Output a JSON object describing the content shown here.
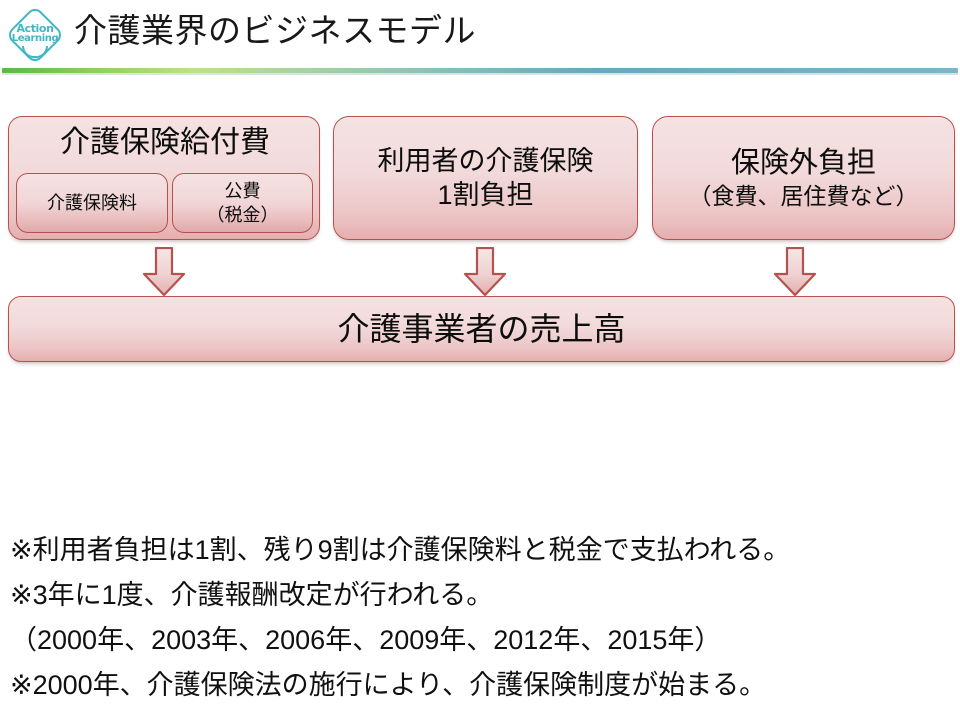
{
  "header": {
    "title": "介護業界のビジネスモデル",
    "logo": {
      "line1": "Action",
      "line2": "Learning",
      "color": "#3fb8c4",
      "name": "action-learning-logo"
    },
    "divider": {
      "gradient_start": "#5ab84a",
      "gradient_end": "#7ab6c8"
    }
  },
  "diagram": {
    "colors": {
      "box_border": "#b5524f",
      "box_fill_top": "#f5e2e2",
      "box_fill_bottom": "#e4afb0",
      "arrow_border": "#b5524f",
      "arrow_fill": "#f0d6d6"
    },
    "sources": [
      {
        "id": "kaigo-hoken-kyufuhi",
        "title": "介護保険給付費",
        "subitems": [
          {
            "id": "kaigo-hokenryo",
            "label": "介護保険料"
          },
          {
            "id": "kohi-zeikin",
            "line1": "公費",
            "line2": "（税金）"
          }
        ]
      },
      {
        "id": "riyousha-ichiwari-futan",
        "line1": "利用者の介護保険",
        "line2": "1割負担"
      },
      {
        "id": "hokengai-futan",
        "line1": "保険外負担",
        "line2": "（食費、居住費など）"
      }
    ],
    "arrows": [
      {
        "id": "arrow-1",
        "direction": "down"
      },
      {
        "id": "arrow-2",
        "direction": "down"
      },
      {
        "id": "arrow-3",
        "direction": "down"
      }
    ],
    "result": {
      "id": "kaigo-jigyousha-uriagedaka",
      "label": "介護事業者の売上高"
    }
  },
  "notes": [
    "※利用者負担は1割、残り9割は介護保険料と税金で支払われる。",
    "※3年に1度、介護報酬改定が行われる。",
    "（2000年、2003年、2006年、2009年、2012年、2015年）",
    "※2000年、介護保険法の施行により、介護保険制度が始まる。"
  ]
}
